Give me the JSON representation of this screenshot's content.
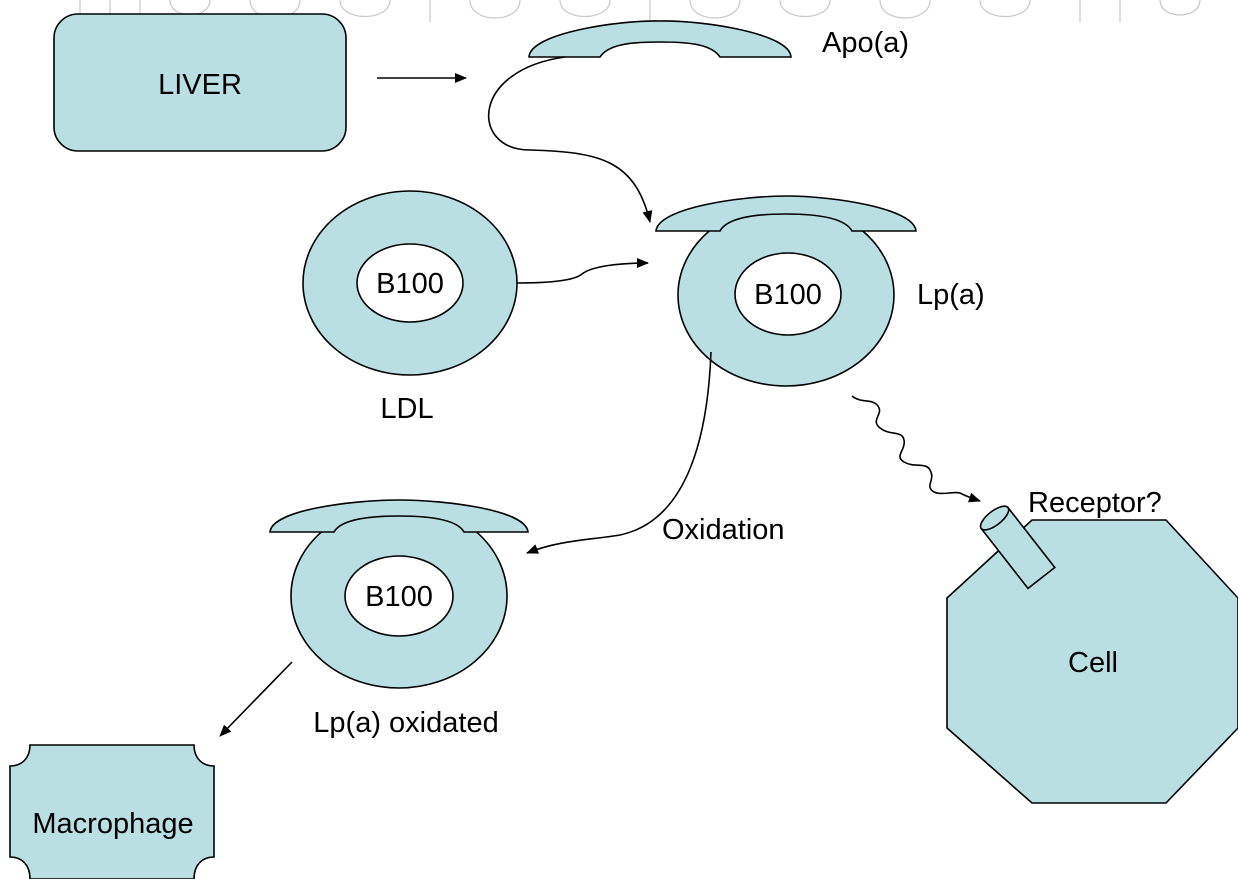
{
  "colors": {
    "fill": "#b9dfe3",
    "stroke": "#000000",
    "core_fill": "#ffffff",
    "watermark": "#c8c8c8",
    "background": "#ffffff"
  },
  "labels": {
    "liver": "LIVER",
    "apoa": "Apo(a)",
    "b100_ldl": "B100",
    "b100_lpa": "B100",
    "b100_oxidated": "B100",
    "ldl": "LDL",
    "lpa": "Lp(a)",
    "oxidation": "Oxidation",
    "receptor": "Receptor?",
    "lpa_oxidated": "Lp(a) oxidated",
    "cell": "Cell",
    "macrophage": "Macrophage"
  }
}
